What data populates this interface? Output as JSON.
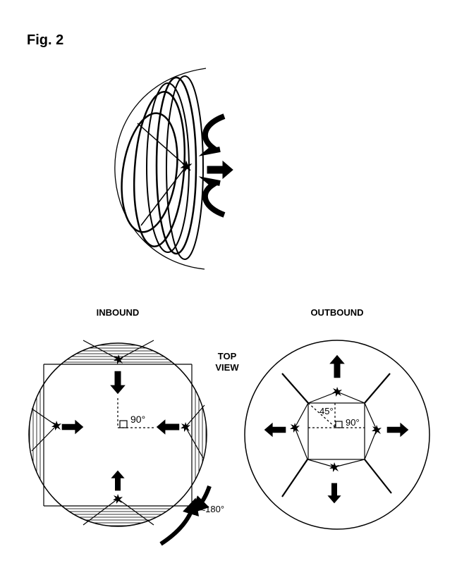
{
  "figure": {
    "title": "Fig. 2",
    "inbound": {
      "heading": "INBOUND",
      "angle_label": "90°",
      "rotation_label": "≈180°"
    },
    "view_label": {
      "line1": "TOP",
      "line2": "VIEW"
    },
    "outbound": {
      "heading": "OUTBOUND",
      "angle_label_1": "45°",
      "angle_label_2": "90°"
    }
  }
}
